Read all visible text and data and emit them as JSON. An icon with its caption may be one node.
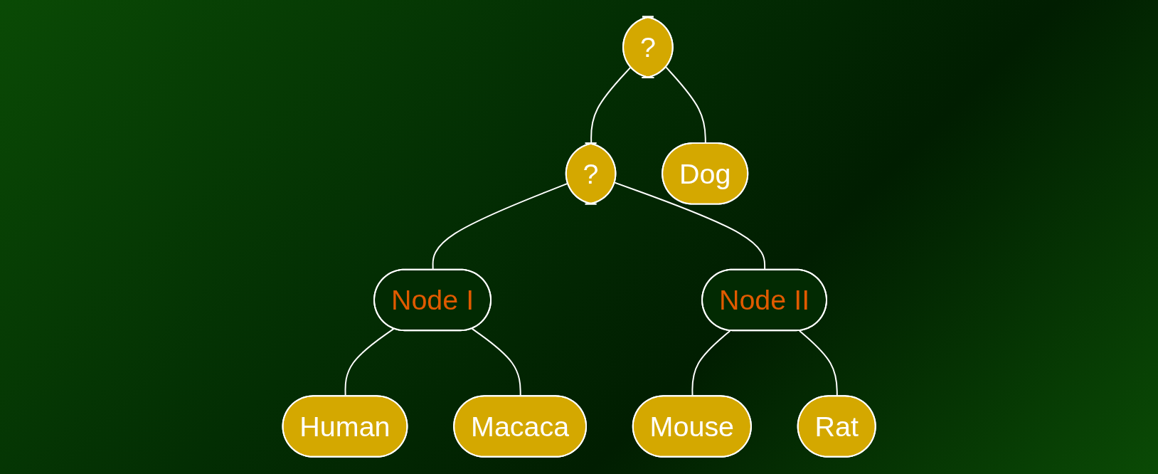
{
  "diagram": {
    "nodes": [
      {
        "text": [
          "?"
        ]
      },
      {
        "text": [
          "?"
        ]
      },
      {
        "text": [
          "Node I"
        ]
      },
      {
        "text": [
          "Node II"
        ]
      },
      {
        "text": [
          "Human"
        ]
      },
      {
        "text": [
          "Macaca"
        ]
      },
      {
        "text": [
          "Mouse"
        ]
      },
      {
        "text": [
          "Rat"
        ]
      },
      {
        "text": [
          "Dog"
        ]
      }
    ],
    "edges": [
      {
        "from": 0,
        "to": 1,
        "arrow": "none"
      },
      {
        "from": 0,
        "to": 8,
        "arrow": "none"
      },
      {
        "from": 1,
        "to": 2,
        "arrow": "none"
      },
      {
        "from": 1,
        "to": 3,
        "arrow": "none"
      },
      {
        "from": 2,
        "to": 4,
        "arrow": "none"
      },
      {
        "from": 2,
        "to": 5,
        "arrow": "none"
      },
      {
        "from": 3,
        "to": 6,
        "arrow": "none"
      },
      {
        "from": 3,
        "to": 7,
        "arrow": "none"
      }
    ]
  }
}
